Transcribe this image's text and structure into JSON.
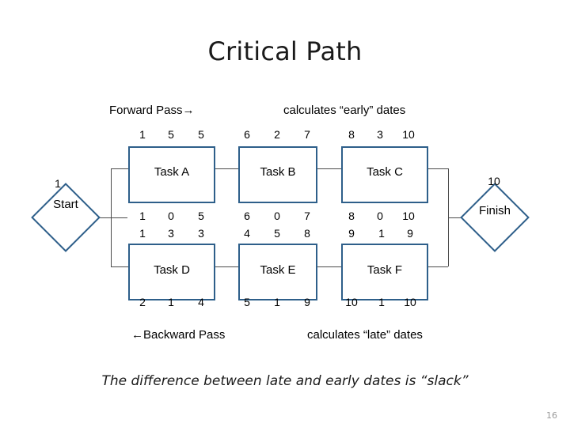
{
  "slide": {
    "title": "Critical Path",
    "footnote": "The difference between late and early dates is “slack”",
    "page_number": "16",
    "accent_color": "#2e5f8a"
  },
  "annotations": {
    "forward_pass": "Forward Pass→",
    "forward_pass_desc": "calculates “early” dates",
    "backward_pass": "←Backward Pass",
    "backward_pass_desc": "calculates “late” dates"
  },
  "terminators": {
    "start": {
      "label": "Start",
      "value": "1"
    },
    "finish": {
      "label": "Finish",
      "value": "10"
    }
  },
  "tasks": [
    {
      "name": "Task A",
      "early_start": "1",
      "duration_top": "5",
      "early_finish": "5",
      "late_start": "1",
      "slack": "0",
      "late_finish": "5"
    },
    {
      "name": "Task B",
      "early_start": "6",
      "duration_top": "2",
      "early_finish": "7",
      "late_start": "6",
      "slack": "0",
      "late_finish": "7"
    },
    {
      "name": "Task C",
      "early_start": "8",
      "duration_top": "3",
      "early_finish": "10",
      "late_start": "8",
      "slack": "0",
      "late_finish": "10"
    },
    {
      "name": "Task D",
      "early_start": "1",
      "duration_top": "3",
      "early_finish": "3",
      "late_start": "2",
      "slack": "1",
      "late_finish": "4"
    },
    {
      "name": "Task E",
      "early_start": "4",
      "duration_top": "5",
      "early_finish": "8",
      "late_start": "5",
      "slack": "1",
      "late_finish": "9"
    },
    {
      "name": "Task F",
      "early_start": "9",
      "duration_top": "1",
      "early_finish": "9",
      "late_start": "10",
      "slack": "1",
      "late_finish": "10"
    }
  ]
}
